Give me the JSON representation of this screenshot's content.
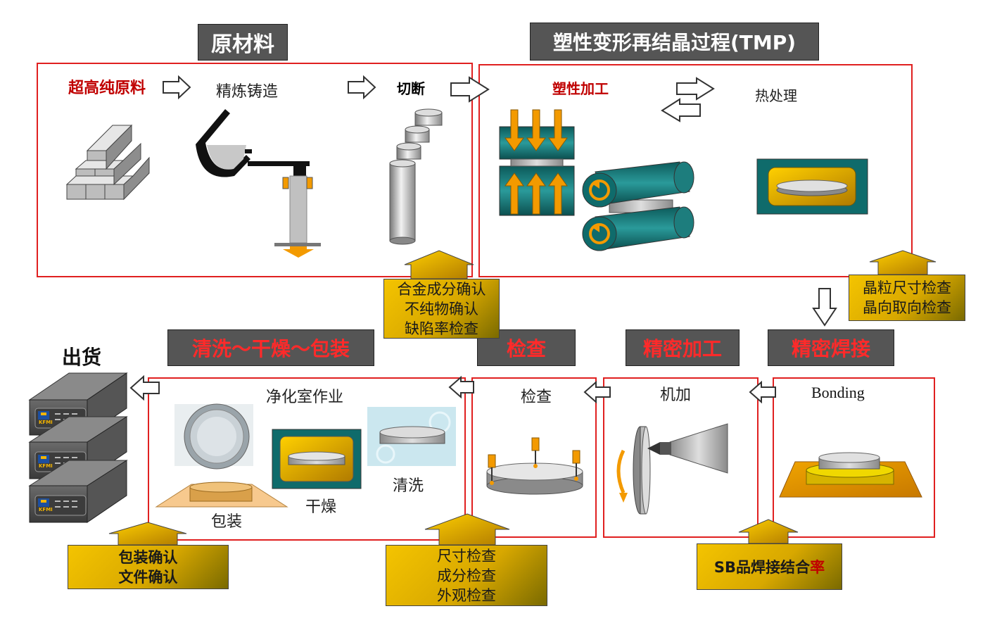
{
  "headers": {
    "raw_material": "原材料",
    "tmp": "塑性变形再结晶过程(TMP)",
    "cleaning": "清洗～干燥～包装",
    "inspection": "检查",
    "precision": "精密加工",
    "welding": "精密焊接"
  },
  "labels": {
    "ultra_pure": "超高纯原料",
    "refining": "精炼铸造",
    "cutting": "切断",
    "plastic": "塑性加工",
    "heat": "热处理",
    "shipping": "出货",
    "cleanroom": "净化室作业",
    "packing": "包装",
    "drying": "干燥",
    "washing": "清洗",
    "inspect": "检查",
    "machining": "机加",
    "bonding": "Bonding"
  },
  "notes": {
    "alloy": [
      "合金成分确认",
      "不纯物确认",
      "缺陷率检查"
    ],
    "grain": [
      "晶粒尺寸检查",
      "晶向取向检查"
    ],
    "pack_doc": [
      "包装确认",
      "文件确认"
    ],
    "size": [
      "尺寸检查",
      "成分检查",
      "外观检查"
    ],
    "sb_prefix": "SB品焊接结合",
    "sb_suffix": "率"
  },
  "logo": "KFMI",
  "colors": {
    "frame": "#e02020",
    "header_bg": "#555555",
    "accent_orange": "#f39a00",
    "teal": "#0f6b6b"
  }
}
